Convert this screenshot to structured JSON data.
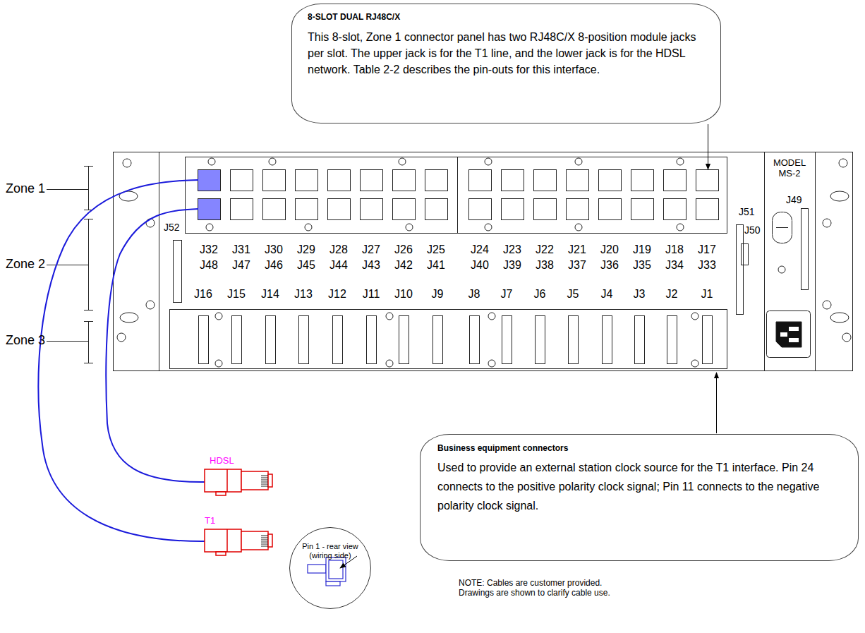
{
  "diagram": {
    "nodes": [
      {
        "text": [
          "8-SLOT DUAL RJ48C/X",
          "This 8-slot, Zone 1 connector panel has two RJ48C/X 8-position module jacks per slot. The upper jack is for the T1 line, and the lower jack is for the HDSL network. Table 2-2 describes the pin-outs for this interface."
        ]
      },
      {
        "text": [
          "Business equipment connectors",
          "Used to provide an external station clock source for the T1 interface. Pin 24 connects to the positive polarity clock signal; Pin 11 connects to the negative polarity clock signal."
        ]
      },
      {
        "text": [
          "Pin 1 - rear view (wiring side)"
        ]
      }
    ],
    "labels": [
      "Zone 1",
      "Zone 2",
      "Zone 3",
      "MODEL MS-2",
      "J49",
      "J52",
      "J51",
      "J50",
      "J32",
      "J31",
      "J30",
      "J29",
      "J28",
      "J27",
      "J26",
      "J25",
      "J24",
      "J23",
      "J22",
      "J21",
      "J20",
      "J19",
      "J18",
      "J17",
      "J48",
      "J47",
      "J46",
      "J45",
      "J44",
      "J43",
      "J42",
      "J41",
      "J40",
      "J39",
      "J38",
      "J37",
      "J36",
      "J35",
      "J34",
      "J33",
      "J16",
      "J15",
      "J14",
      "J13",
      "J12",
      "J11",
      "J10",
      "J9",
      "J8",
      "J7",
      "J6",
      "J5",
      "J4",
      "J3",
      "J2",
      "J1",
      "HDSL",
      "T1",
      "NOTE: Cables are customer provided. Drawings are shown to clarify cable use."
    ]
  }
}
